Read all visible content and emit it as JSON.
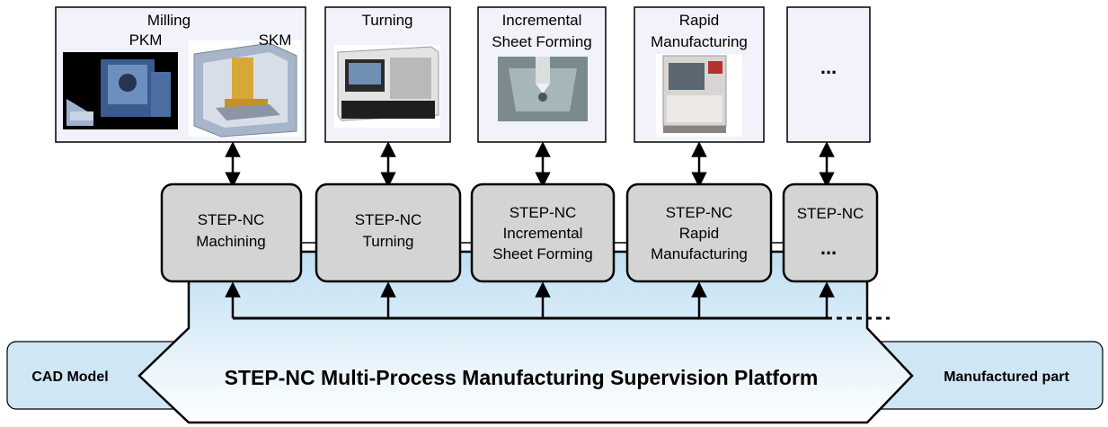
{
  "platform": {
    "title": "STEP-NC Multi-Process Manufacturing Supervision Platform",
    "input_label": "CAD Model",
    "output_label": "Manufactured part"
  },
  "machines": [
    {
      "title": "Milling",
      "sub_labels": [
        "PKM",
        "SKM"
      ]
    },
    {
      "title_lines": [
        "Turning"
      ]
    },
    {
      "title_lines": [
        "Incremental",
        "Sheet Forming"
      ]
    },
    {
      "title_lines": [
        "Rapid",
        "Manufacturing"
      ]
    },
    {
      "title_lines": [
        "..."
      ]
    }
  ],
  "modules": [
    {
      "lines": [
        "STEP-NC",
        "Machining"
      ]
    },
    {
      "lines": [
        "STEP-NC",
        "Turning"
      ]
    },
    {
      "lines": [
        "STEP-NC",
        "Incremental",
        "Sheet Forming"
      ]
    },
    {
      "lines": [
        "STEP-NC",
        "Rapid",
        "Manufacturing"
      ]
    },
    {
      "lines": [
        "STEP-NC",
        "..."
      ]
    }
  ],
  "colors": {
    "platform_fill": "#cfe6f5",
    "platform_fill_light": "#ffffff",
    "module_fill": "#d4d4d4",
    "machine_fill": "#f2f3fa",
    "stroke": "#000000"
  }
}
